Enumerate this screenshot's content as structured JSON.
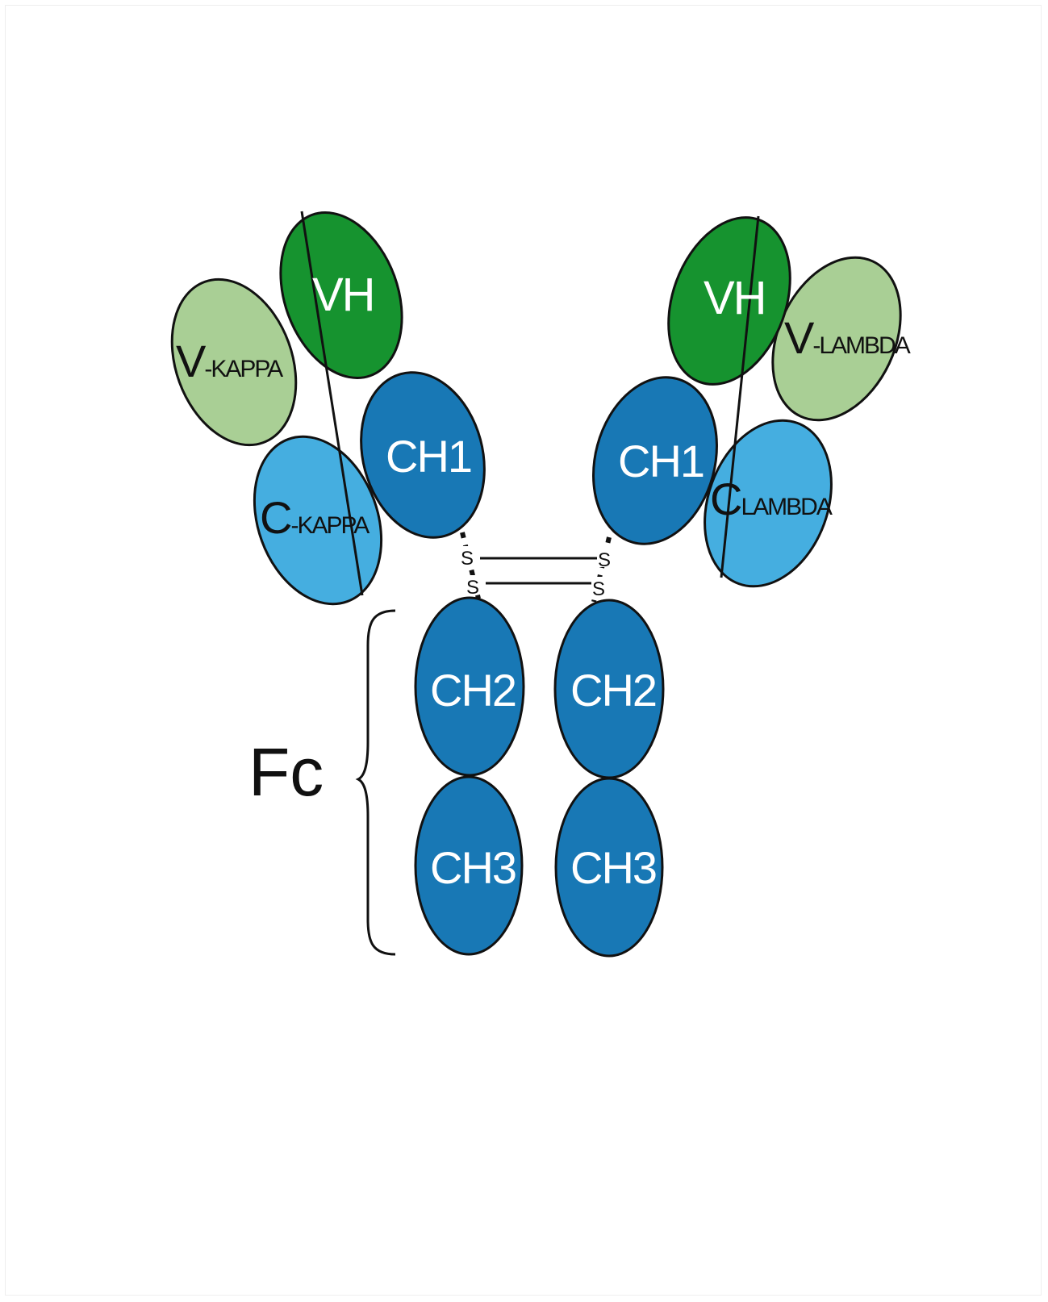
{
  "colors": {
    "heavy_variable": "#16932f",
    "light_variable": "#a9cf95",
    "heavy_constant": "#1878b5",
    "light_constant": "#45aee0",
    "outline": "#111111"
  },
  "left_arm": {
    "vh": "VH",
    "light_v_main": "V",
    "light_v_sub": "-KAPPA",
    "light_c_main": "C",
    "light_c_sub": "-KAPPA",
    "ch1": "CH1"
  },
  "right_arm": {
    "vh": "VH",
    "light_v_main": "V",
    "light_v_sub": "-LAMBDA",
    "light_c_main": "C",
    "light_c_sub": "LAMBDA",
    "ch1": "CH1"
  },
  "hinge": {
    "s_top_left": "S",
    "s_bottom_left": "S",
    "s_top_right": "S",
    "s_bottom_right": "S"
  },
  "fc": {
    "label": "Fc",
    "left_ch2": "CH2",
    "right_ch2": "CH2",
    "left_ch3": "CH3",
    "right_ch3": "CH3"
  }
}
